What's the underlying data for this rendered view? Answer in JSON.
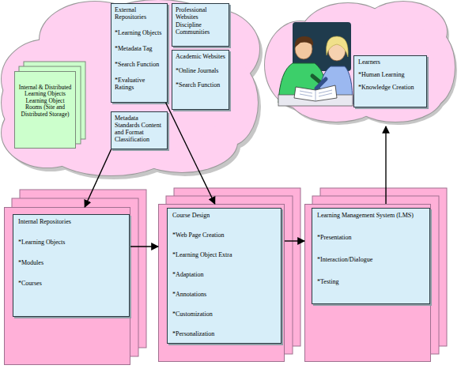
{
  "diagram": {
    "nodes": [
      {
        "text": [
          "Internal & Distributed Learning Objects Learning Object Rooms (Site and Distributed Storage)"
        ]
      },
      {
        "text": [
          "External Repositories",
          "*Learning Objects",
          "*Metadata Tag",
          "*Search Function",
          "*Evaluative Ratings"
        ]
      },
      {
        "text": [
          "Professional Websites",
          "Discipline Communities"
        ]
      },
      {
        "text": [
          "Academic Websites",
          "*Online Journals",
          "*Search Function"
        ]
      },
      {
        "text": [
          "Metadata Standards Content and Format Classification"
        ]
      },
      {
        "text": [
          "Learners",
          "*Human Learning",
          "*Knowledge Creation"
        ]
      },
      {
        "text": [
          "Internal Repositories",
          "*Learning Objects",
          "*Modules",
          "*Courses"
        ]
      },
      {
        "text": [
          "Course Design",
          "*Web Page Creation",
          "*Learning Object Extra",
          "*Adaptation",
          "*Annotations",
          "*Customization",
          "*Personalization"
        ]
      },
      {
        "text": [
          "Learning Management System (LMS)",
          "*Presentation",
          "*Interaction/Dialogue",
          "*Testing"
        ]
      }
    ],
    "edges": [
      {
        "from": 4,
        "to": 6,
        "arrow": "to"
      },
      {
        "from": 1,
        "to": 7,
        "arrow": "to"
      },
      {
        "from": 6,
        "to": 7,
        "arrow": "to"
      },
      {
        "from": 7,
        "to": 8,
        "arrow": "to"
      },
      {
        "from": 8,
        "to": 5,
        "arrow": "to"
      }
    ]
  }
}
